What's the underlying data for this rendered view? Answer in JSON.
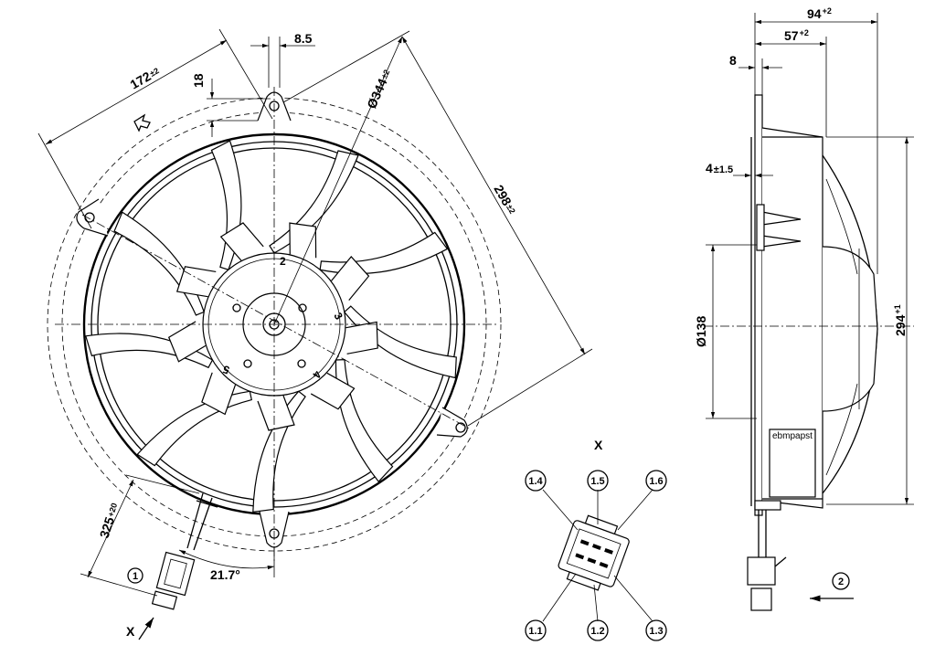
{
  "dims": {
    "d_8_5": "8.5",
    "d_18": "18",
    "d_172": "172",
    "d_172_tol": "±2",
    "d_344": "Ø344",
    "d_344_tol": "±2",
    "d_298": "298",
    "d_298_tol": "±2",
    "d_325": "325",
    "d_325_tol": "+20",
    "d_angle": "21.7°",
    "d_94": "94",
    "d_94_tol": "+2",
    "d_57": "57",
    "d_57_tol": "+2",
    "d_8": "8",
    "d_4": "4",
    "d_4_tol": "±1.5",
    "d_138": "Ø138",
    "d_294": "294",
    "d_294_tol": "+1"
  },
  "hub_labels": {
    "n2": "2",
    "n3": "3",
    "n4": "4",
    "n5": "5"
  },
  "view_x": "X",
  "callouts": {
    "c1": "1",
    "c2": "2"
  },
  "pins": {
    "p11": "1.1",
    "p12": "1.2",
    "p13": "1.3",
    "p14": "1.4",
    "p15": "1.5",
    "p16": "1.6"
  },
  "brand": "ebmpapst"
}
